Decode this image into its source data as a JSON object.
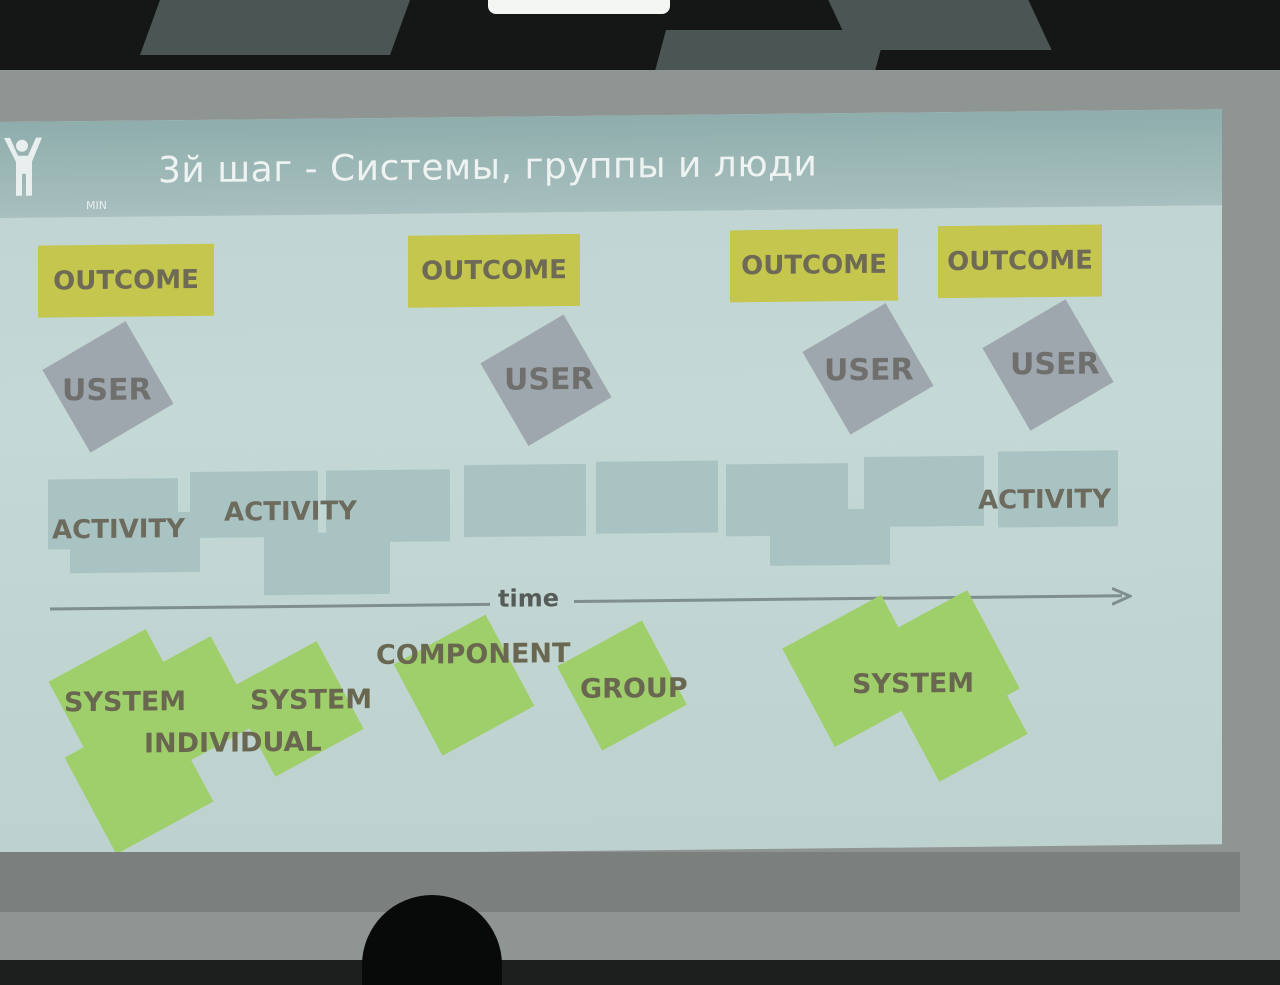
{
  "slide": {
    "title": "3й шаг - Системы, группы и люди",
    "logo_caption": "MIN",
    "outcomes": [
      "OUTCOME",
      "OUTCOME",
      "OUTCOME",
      "OUTCOME"
    ],
    "users": [
      "USER",
      "USER",
      "USER",
      "USER"
    ],
    "activities": [
      "ACTIVITY",
      "ACTIVITY",
      "ACTIVITY"
    ],
    "time_label": "time",
    "lower_labels": {
      "system_1": "SYSTEM",
      "system_2": "SYSTEM",
      "individual": "INDIVIDUAL",
      "component": "COMPONENT",
      "group": "GROUP",
      "system_3": "SYSTEM"
    }
  },
  "colors": {
    "outcome": "#c4c64e",
    "user": "#9fa7ae",
    "activity": "#a9c3c3",
    "green": "#9fcf6a",
    "screen": "#c4d8d6",
    "title_bar": "#9bb6b5"
  }
}
